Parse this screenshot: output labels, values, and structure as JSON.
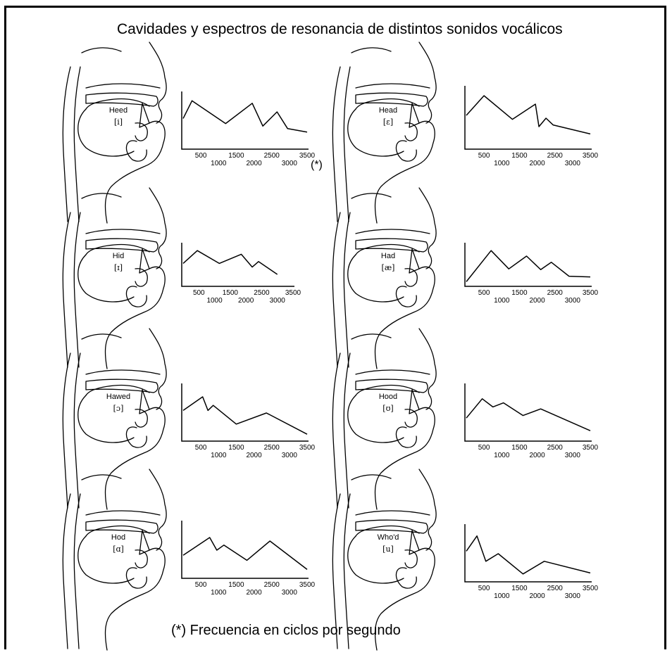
{
  "title": "Cavidades y espectros de resonancia de distintos sonidos vocálicos",
  "axis_note": "(*)",
  "footnote": "(*) Frecuencia en ciclos por segundo",
  "panels": [
    {
      "word": "Heed",
      "ipa": "[i]",
      "ticks_upper": [
        "500",
        "1500",
        "2500",
        "3500"
      ],
      "ticks_lower": [
        "1000",
        "2000",
        "3000"
      ]
    },
    {
      "word": "Head",
      "ipa": "[ɛ]",
      "ticks_upper": [
        "500",
        "1500",
        "2500",
        "3500"
      ],
      "ticks_lower": [
        "1000",
        "2000",
        "3000"
      ]
    },
    {
      "word": "Hid",
      "ipa": "[ɪ]",
      "ticks_upper": [
        "500",
        "1500",
        "2500",
        "3500"
      ],
      "ticks_lower": [
        "1000",
        "2000",
        "3000"
      ]
    },
    {
      "word": "Had",
      "ipa": "[æ]",
      "ticks_upper": [
        "500",
        "1500",
        "2500",
        "3500"
      ],
      "ticks_lower": [
        "1000",
        "2000",
        "3000"
      ]
    },
    {
      "word": "Hawed",
      "ipa": "[ɔ]",
      "ticks_upper": [
        "500",
        "1500",
        "2500",
        "3500"
      ],
      "ticks_lower": [
        "1000",
        "2000",
        "3000"
      ]
    },
    {
      "word": "Hood",
      "ipa": "[ʊ]",
      "ticks_upper": [
        "500",
        "1500",
        "2500",
        "3500"
      ],
      "ticks_lower": [
        "1000",
        "2000",
        "3000"
      ]
    },
    {
      "word": "Hod",
      "ipa": "[ɑ]",
      "ticks_upper": [
        "500",
        "1500",
        "2500",
        "3500"
      ],
      "ticks_lower": [
        "1000",
        "2000",
        "3000"
      ]
    },
    {
      "word": "Who'd",
      "ipa": "[u]",
      "ticks_upper": [
        "500",
        "1500",
        "2500",
        "3500"
      ],
      "ticks_lower": [
        "1000",
        "2000",
        "3000"
      ]
    }
  ],
  "chart_data": [
    {
      "type": "line",
      "vowel": "Heed",
      "xlim": [
        0,
        3500
      ],
      "x": [
        0,
        250,
        1200,
        1950,
        2250,
        2650,
        2950,
        3500
      ],
      "y": [
        0.55,
        0.9,
        0.45,
        0.85,
        0.4,
        0.68,
        0.35,
        0.28
      ]
    },
    {
      "type": "line",
      "vowel": "Head",
      "xlim": [
        0,
        3500
      ],
      "x": [
        0,
        500,
        1300,
        1950,
        2050,
        2250,
        2450,
        3500
      ],
      "y": [
        0.55,
        0.9,
        0.48,
        0.75,
        0.35,
        0.5,
        0.38,
        0.22
      ]
    },
    {
      "type": "line",
      "vowel": "Hid",
      "xlim": [
        0,
        3500
      ],
      "x": [
        0,
        450,
        1150,
        1850,
        2200,
        2400,
        3000
      ],
      "y": [
        0.55,
        0.9,
        0.55,
        0.8,
        0.45,
        0.6,
        0.25
      ]
    },
    {
      "type": "line",
      "vowel": "Had",
      "xlim": [
        0,
        3500
      ],
      "x": [
        0,
        700,
        1200,
        1700,
        2100,
        2400,
        2900,
        3500
      ],
      "y": [
        0.05,
        0.9,
        0.4,
        0.75,
        0.38,
        0.58,
        0.2,
        0.18
      ]
    },
    {
      "type": "line",
      "vowel": "Hawed",
      "xlim": [
        0,
        3500
      ],
      "x": [
        0,
        550,
        700,
        850,
        1500,
        2350,
        3500
      ],
      "y": [
        0.55,
        0.82,
        0.55,
        0.65,
        0.28,
        0.5,
        0.08
      ]
    },
    {
      "type": "line",
      "vowel": "Hood",
      "xlim": [
        0,
        3500
      ],
      "x": [
        0,
        450,
        750,
        1050,
        1600,
        2100,
        3500
      ],
      "y": [
        0.4,
        0.78,
        0.62,
        0.7,
        0.45,
        0.58,
        0.15
      ]
    },
    {
      "type": "line",
      "vowel": "Hod",
      "xlim": [
        0,
        3500
      ],
      "x": [
        0,
        750,
        950,
        1150,
        1800,
        2450,
        3500
      ],
      "y": [
        0.4,
        0.75,
        0.5,
        0.6,
        0.3,
        0.68,
        0.12
      ]
    },
    {
      "type": "line",
      "vowel": "Who'd",
      "xlim": [
        0,
        3500
      ],
      "x": [
        0,
        300,
        550,
        900,
        1600,
        2200,
        3500
      ],
      "y": [
        0.55,
        0.85,
        0.35,
        0.5,
        0.1,
        0.35,
        0.12
      ]
    }
  ]
}
